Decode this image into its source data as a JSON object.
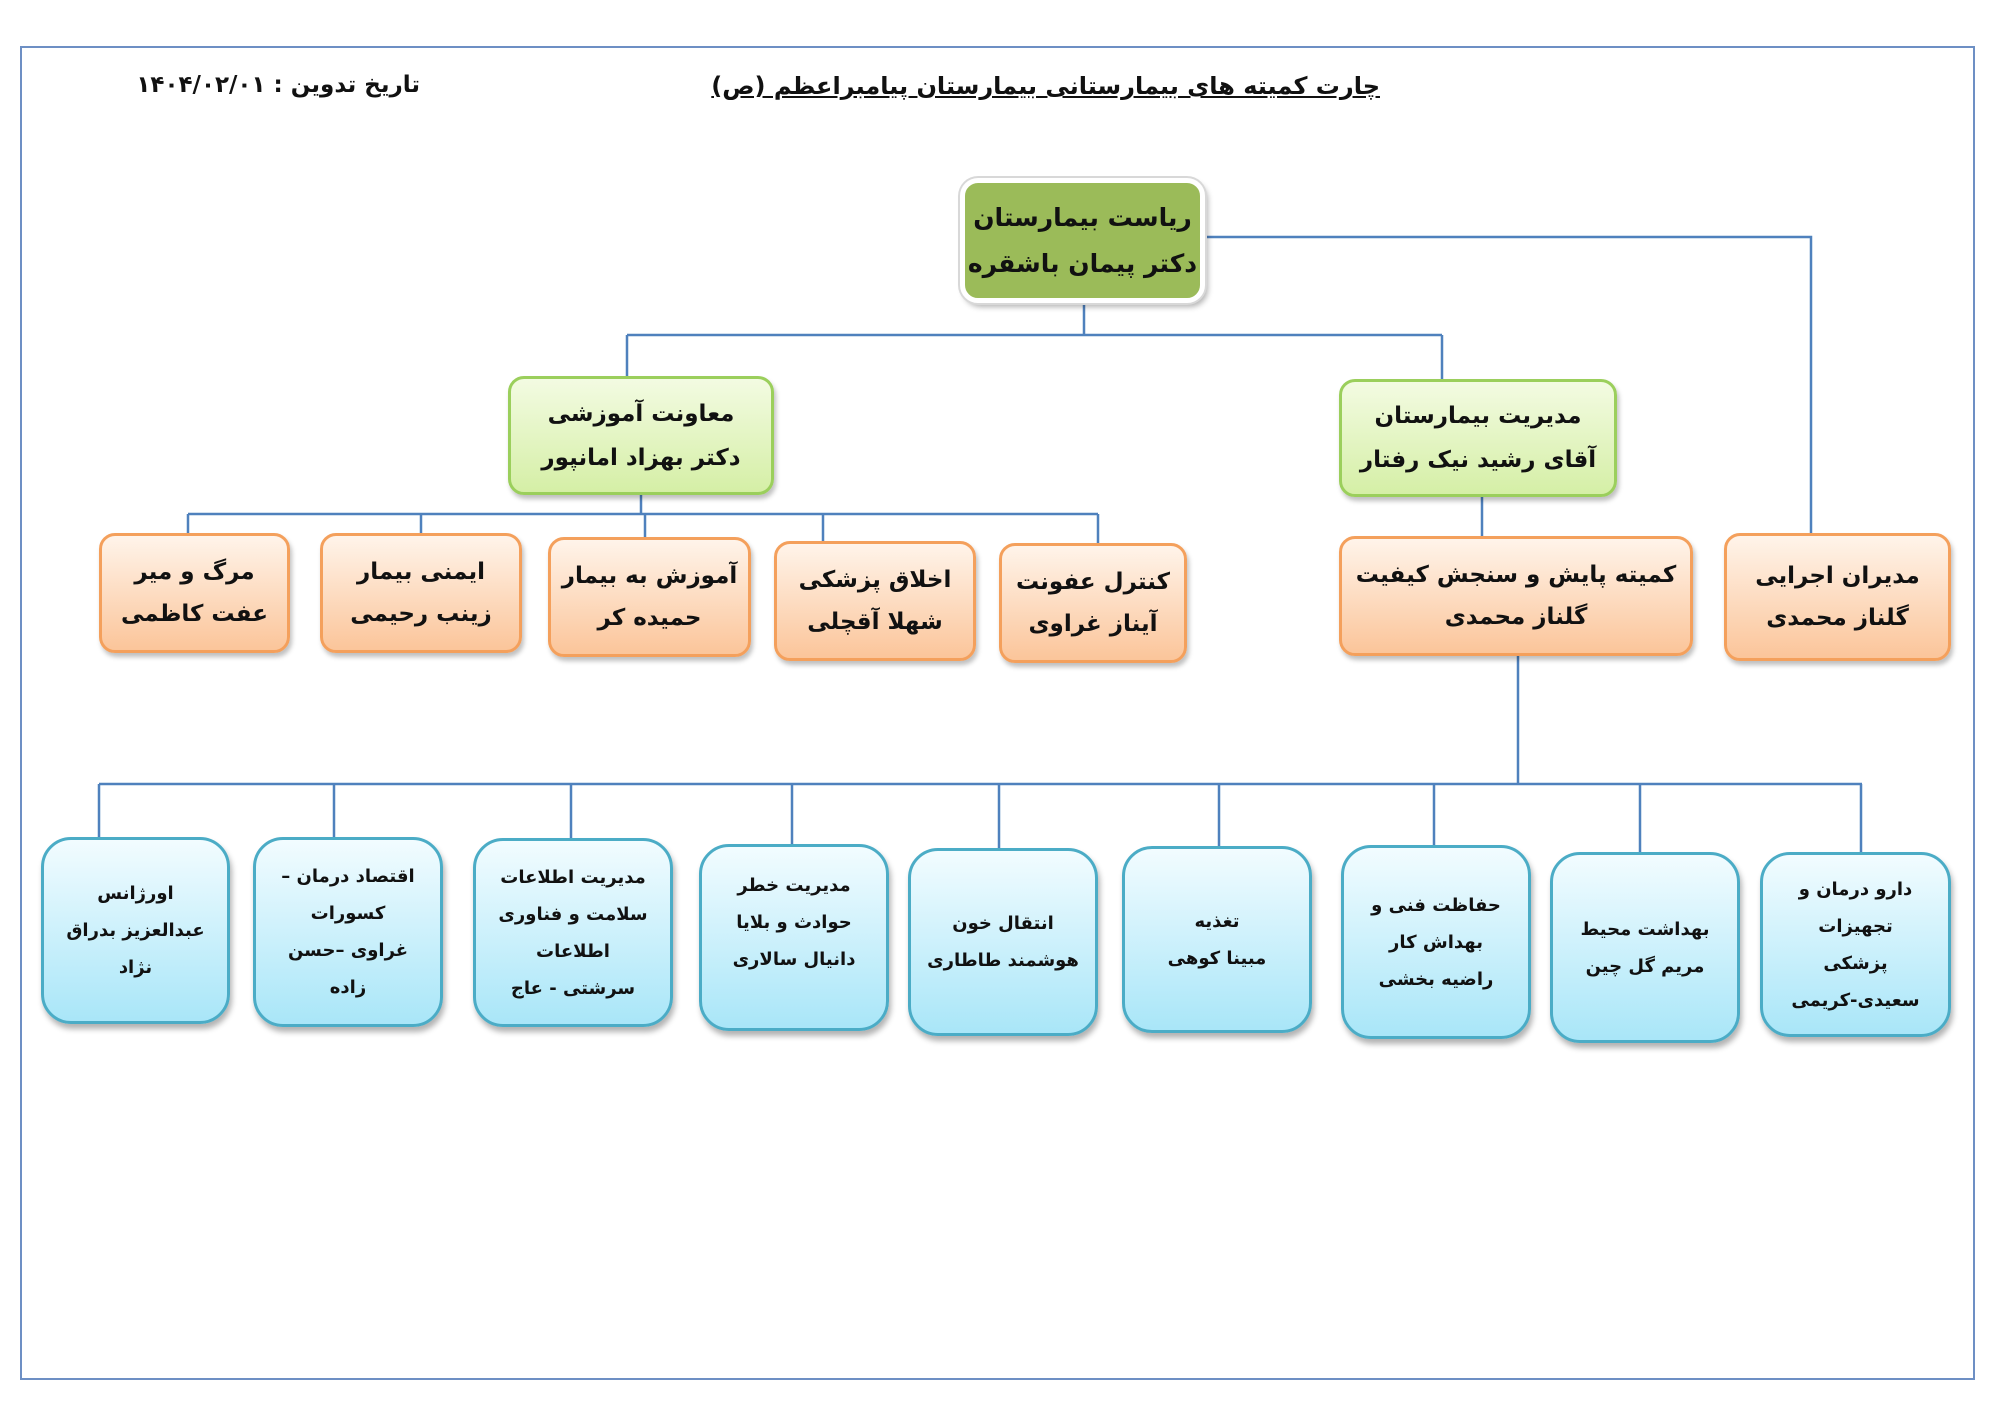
{
  "header": {
    "title": "چارت کمیته های بیمارستانی بیمارستان پیامبراعظم (ص)",
    "date_label": "تاریخ تدوین : ۱۴۰۴/۰۲/۰۱"
  },
  "top": {
    "lines": [
      "ریاست بیمارستان",
      "دکتر پیمان باشقره"
    ]
  },
  "level2": [
    {
      "lines": [
        "معاونت آموزشی",
        "دکتر بهزاد امانپور"
      ]
    },
    {
      "lines": [
        "مدیریت بیمارستان",
        "آقای رشید نیک رفتار"
      ]
    }
  ],
  "education_committees": [
    {
      "lines": [
        "مرگ و میر",
        "عفت کاظمی"
      ]
    },
    {
      "lines": [
        "ایمنی بیمار",
        "زینب رحیمی"
      ]
    },
    {
      "lines": [
        "آموزش به بیمار",
        "حمیده کر"
      ]
    },
    {
      "lines": [
        "اخلاق پزشکی",
        "شهلا آقچلی"
      ]
    },
    {
      "lines": [
        "کنترل عفونت",
        "آیناز غراوی"
      ]
    }
  ],
  "quality_committee": {
    "lines": [
      "کمیته پایش و سنجش کیفیت",
      "گلناز محمدی"
    ]
  },
  "executive_managers": {
    "lines": [
      "مدیران اجرایی",
      "گلناز محمدی"
    ]
  },
  "quality_subcommittees": [
    {
      "lines": [
        "اورژانس",
        "عبدالعزیز بدراق",
        "نژاد"
      ]
    },
    {
      "lines": [
        "اقتصاد درمان –",
        "کسورات",
        "غراوی –حسن",
        "زاده"
      ]
    },
    {
      "lines": [
        "مدیریت اطلاعات",
        "سلامت و فناوری",
        "اطلاعات",
        "سرشتی - عاج"
      ]
    },
    {
      "lines": [
        "مدیریت خطر",
        "حوادث و بلایا",
        "دانیال سالاری"
      ]
    },
    {
      "lines": [
        "انتقال خون",
        "هوشمند طاطاری"
      ]
    },
    {
      "lines": [
        "تغذیه",
        "مبینا کوهی"
      ]
    },
    {
      "lines": [
        "حفاظت فنی و",
        "بهداش کار",
        "راضیه بخشی"
      ]
    },
    {
      "lines": [
        "بهداشت محیط",
        "مریم گل چین"
      ]
    },
    {
      "lines": [
        "دارو درمان و",
        "تجهیزات",
        "پزشکی",
        "سعیدی-کریمی"
      ]
    }
  ],
  "colors": {
    "line": "#4f81bd",
    "top": "#9bbb59",
    "green_border": "#9bcf5c",
    "orange_border": "#f4a05c",
    "blue_border": "#4bacc6"
  }
}
